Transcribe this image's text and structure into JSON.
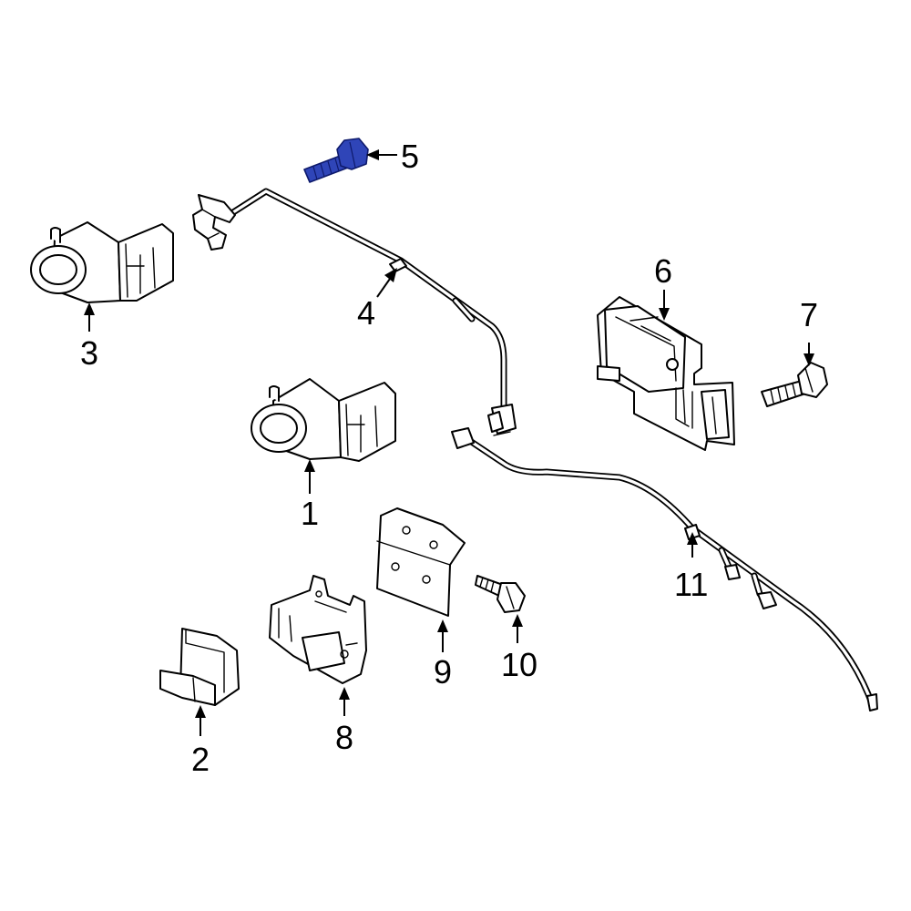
{
  "diagram": {
    "highlight_color": "#2f45b8",
    "callouts": [
      {
        "id": "1",
        "label": "1"
      },
      {
        "id": "2",
        "label": "2"
      },
      {
        "id": "3",
        "label": "3"
      },
      {
        "id": "4",
        "label": "4"
      },
      {
        "id": "5",
        "label": "5",
        "highlighted": true
      },
      {
        "id": "6",
        "label": "6"
      },
      {
        "id": "7",
        "label": "7"
      },
      {
        "id": "8",
        "label": "8"
      },
      {
        "id": "9",
        "label": "9"
      },
      {
        "id": "10",
        "label": "10"
      },
      {
        "id": "11",
        "label": "11"
      }
    ]
  }
}
